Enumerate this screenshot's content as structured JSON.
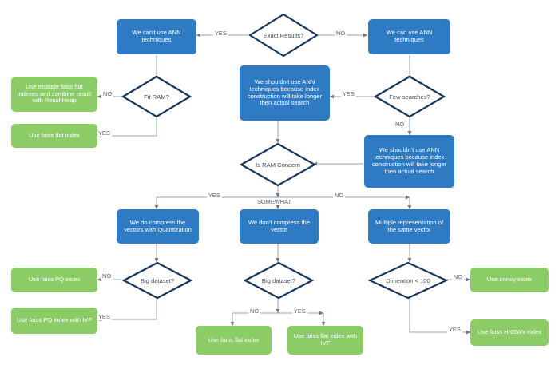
{
  "diagram": {
    "title": "Faiss index selection decision flowchart",
    "colors": {
      "decision_stroke": "#16365c",
      "decision_text": "#3b4a5a",
      "process_fill": "#2E7BC4",
      "terminal_fill": "#8CCC67",
      "edge_stroke": "#9aa3ac",
      "edge_label_text": "#55606b",
      "background": "#ffffff"
    },
    "decisions": [
      {
        "id": "exact_results",
        "label": "Exact Results?"
      },
      {
        "id": "fit_ram",
        "label": "Fit RAM?"
      },
      {
        "id": "few_searches",
        "label": "Few searches?"
      },
      {
        "id": "is_ram_concern",
        "label": "Is RAM Concern"
      },
      {
        "id": "big_dataset_left",
        "label": "Big dataset?"
      },
      {
        "id": "big_dataset_mid",
        "label": "Big dataset?"
      },
      {
        "id": "dimension_lt_100",
        "label": "Dimention < 100"
      }
    ],
    "process_boxes": [
      {
        "id": "cant_use_ann",
        "label": "We can't use ANN techniques"
      },
      {
        "id": "can_use_ann",
        "label": "We can use ANN techniques"
      },
      {
        "id": "shouldnt_use_ann_top",
        "label": "We shouldn't use ANN techniques because index construction will take longer then actual search"
      },
      {
        "id": "shouldnt_use_ann_right",
        "label": "We shouldn't use ANN techniques because index construction will take longer then actual search"
      },
      {
        "id": "compress_quantization",
        "label": "We do compress the vectors with Quantization"
      },
      {
        "id": "no_compress",
        "label": "We don't compress the vector"
      },
      {
        "id": "multiple_representation",
        "label": "Multiple representation of the same vector"
      }
    ],
    "terminal_boxes": [
      {
        "id": "multi_flat_resultheap",
        "label": "Use multiple faiss flat indexes and combine result with  ResultHeap"
      },
      {
        "id": "faiss_flat_index_top",
        "label": "Use faiss flat index"
      },
      {
        "id": "faiss_pq_index",
        "label": "Use faiss PQ index"
      },
      {
        "id": "faiss_pq_index_ivf",
        "label": "Use faiss PQ index with IVF"
      },
      {
        "id": "faiss_flat_index_bottom",
        "label": "Use  faiss flat  index"
      },
      {
        "id": "faiss_flat_index_ivf",
        "label": "Use faiss flat index with IVF"
      },
      {
        "id": "annoy_index",
        "label": "Use annoy index"
      },
      {
        "id": "faiss_hnswx_index",
        "label": "Use faiss HNSWx index"
      }
    ],
    "edge_labels": [
      {
        "id": "exact_yes",
        "label": "YES"
      },
      {
        "id": "exact_no",
        "label": "NO"
      },
      {
        "id": "fitram_no",
        "label": "NO"
      },
      {
        "id": "fitram_yes",
        "label": "YES"
      },
      {
        "id": "fewsearches_yes",
        "label": "YES"
      },
      {
        "id": "fewsearches_no",
        "label": "NO"
      },
      {
        "id": "ram_yes",
        "label": "YES"
      },
      {
        "id": "ram_somewhat",
        "label": "SOMEWHAT"
      },
      {
        "id": "ram_no",
        "label": "NO"
      },
      {
        "id": "bigleft_no",
        "label": "NO"
      },
      {
        "id": "bigleft_yes",
        "label": "YES"
      },
      {
        "id": "bigmid_no",
        "label": "NO"
      },
      {
        "id": "bigmid_yes",
        "label": "YES"
      },
      {
        "id": "dim_no",
        "label": "NO"
      },
      {
        "id": "dim_yes",
        "label": "YES"
      }
    ]
  }
}
